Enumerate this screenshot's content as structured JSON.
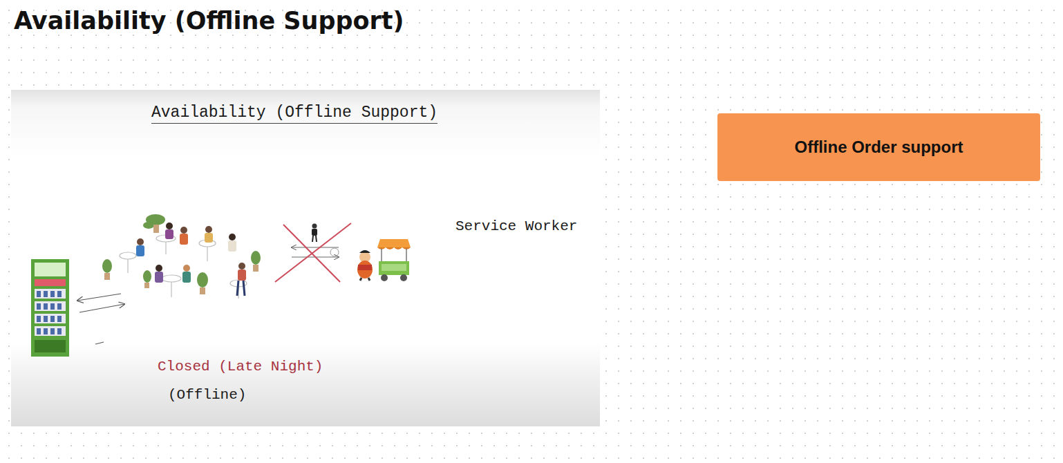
{
  "diagram": {
    "title": "Availability (Offline Support)",
    "nodes": [
      {
        "text": [
          "Offline Order support"
        ]
      }
    ],
    "labels": [
      "Availability (Offline Support)",
      "Service Worker",
      "Closed (Late Night)",
      "(Offline)"
    ]
  }
}
